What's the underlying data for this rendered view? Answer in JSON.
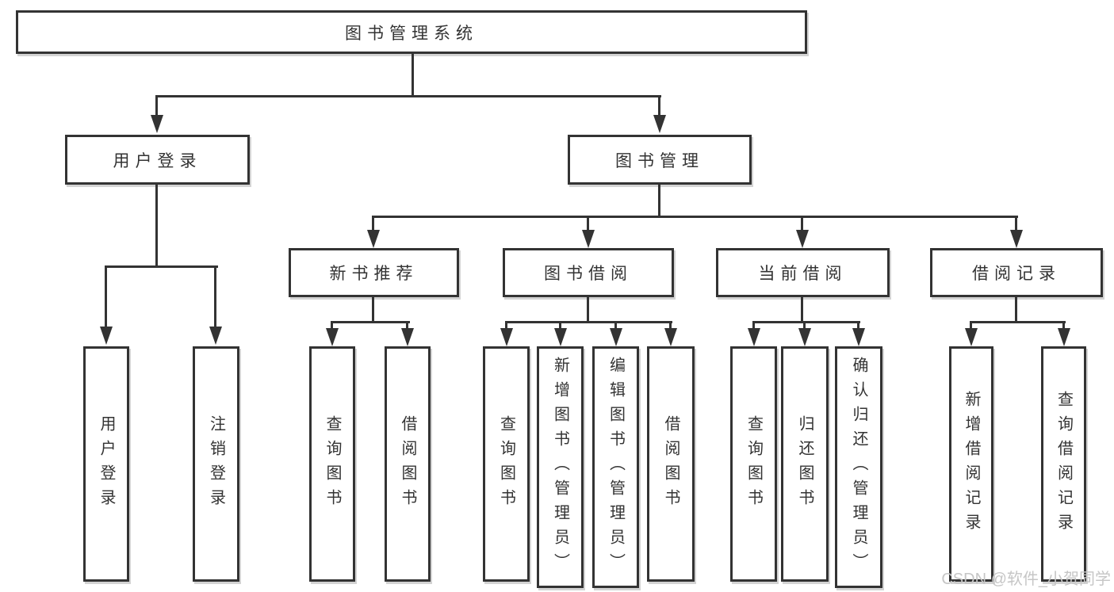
{
  "diagram": {
    "type": "tree",
    "title": "图书管理系统",
    "hierarchy": {
      "root": "图书管理系统",
      "children": [
        {
          "label": "用户登录",
          "children": [
            "用户登录",
            "注销登录"
          ]
        },
        {
          "label": "图书管理",
          "children": [
            {
              "label": "新书推荐",
              "children": [
                "查询图书",
                "借阅图书"
              ]
            },
            {
              "label": "图书借阅",
              "children": [
                "查询图书",
                "新增图书（管理员）",
                "编辑图书（管理员）",
                "借阅图书"
              ]
            },
            {
              "label": "当前借阅",
              "children": [
                "查询图书",
                "归还图书",
                "确认归还（管理员）"
              ]
            },
            {
              "label": "借阅记录",
              "children": [
                "新增借阅记录",
                "查询借阅记录"
              ]
            }
          ]
        }
      ]
    }
  },
  "nodes": {
    "root": {
      "label": "图书管理系统"
    },
    "user_login": {
      "label": "用户登录"
    },
    "book_mgmt": {
      "label": "图书管理"
    },
    "new_book_rec": {
      "label": "新书推荐"
    },
    "book_borrow": {
      "label": "图书借阅"
    },
    "current_borrow": {
      "label": "当前借阅"
    },
    "borrow_records": {
      "label": "借阅记录"
    },
    "ul_user_login": {
      "label": "用户登录"
    },
    "ul_logout": {
      "label": "注销登录"
    },
    "nb_query": {
      "label": "查询图书"
    },
    "nb_borrow": {
      "label": "借阅图书"
    },
    "bb_query": {
      "label": "查询图书"
    },
    "bb_add": {
      "label": "新增图书（管理员）"
    },
    "bb_edit": {
      "label": "编辑图书（管理员）"
    },
    "bb_borrow": {
      "label": "借阅图书"
    },
    "cb_query": {
      "label": "查询图书"
    },
    "cb_return": {
      "label": "归还图书"
    },
    "cb_confirm": {
      "label": "确认归还（管理员）"
    },
    "br_add": {
      "label": "新增借阅记录"
    },
    "br_query": {
      "label": "查询借阅记录"
    }
  },
  "watermark": {
    "text": "CSDN @软件_小贺同学"
  },
  "colors": {
    "background": "#ffffff",
    "line": "#333333",
    "box_border": "#333333",
    "text": "#333333",
    "watermark": "#c6c6c6"
  }
}
